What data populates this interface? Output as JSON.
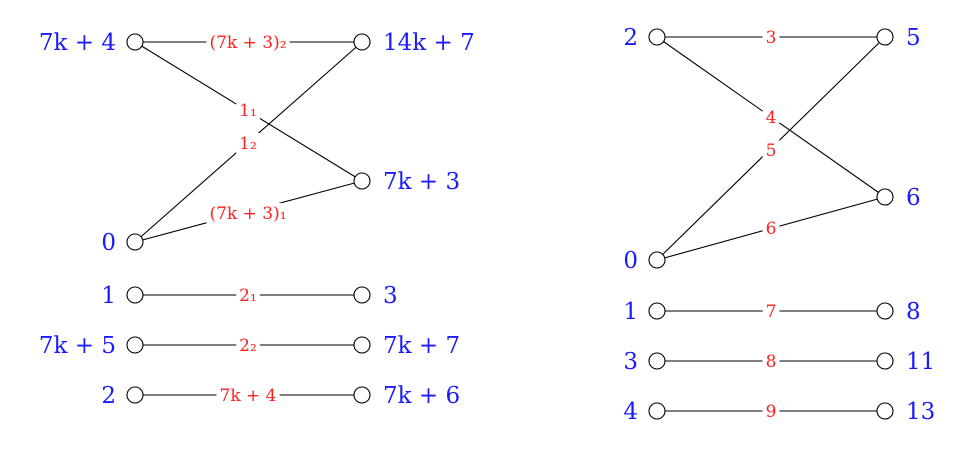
{
  "colors": {
    "node_label": "#1a1aff",
    "edge_label": "#ff2020",
    "line": "#000000"
  },
  "diagrams": [
    {
      "name": "left-graph",
      "nodes": [
        {
          "id": "a",
          "label": "7k + 4"
        },
        {
          "id": "b",
          "label": "14k + 7"
        },
        {
          "id": "c",
          "label": "7k + 3"
        },
        {
          "id": "d",
          "label": "0"
        },
        {
          "id": "e",
          "label": "1"
        },
        {
          "id": "f",
          "label": "3"
        },
        {
          "id": "g",
          "label": "7k + 5"
        },
        {
          "id": "h",
          "label": "7k + 7"
        },
        {
          "id": "i",
          "label": "2"
        },
        {
          "id": "j",
          "label": "7k + 6"
        }
      ],
      "edges": [
        {
          "from": "a",
          "to": "b",
          "label": "(7k + 3)₂"
        },
        {
          "from": "a",
          "to": "c",
          "label": "1₁"
        },
        {
          "from": "d",
          "to": "b",
          "label": "1₂"
        },
        {
          "from": "d",
          "to": "c",
          "label": "(7k + 3)₁"
        },
        {
          "from": "e",
          "to": "f",
          "label": "2₁"
        },
        {
          "from": "g",
          "to": "h",
          "label": "2₂"
        },
        {
          "from": "i",
          "to": "j",
          "label": "7k + 4"
        }
      ]
    },
    {
      "name": "right-graph",
      "nodes": [
        {
          "id": "a",
          "label": "2"
        },
        {
          "id": "b",
          "label": "5"
        },
        {
          "id": "c",
          "label": "6"
        },
        {
          "id": "d",
          "label": "0"
        },
        {
          "id": "e",
          "label": "1"
        },
        {
          "id": "f",
          "label": "8"
        },
        {
          "id": "g",
          "label": "3"
        },
        {
          "id": "h",
          "label": "11"
        },
        {
          "id": "i",
          "label": "4"
        },
        {
          "id": "j",
          "label": "13"
        }
      ],
      "edges": [
        {
          "from": "a",
          "to": "b",
          "label": "3"
        },
        {
          "from": "a",
          "to": "c",
          "label": "4"
        },
        {
          "from": "d",
          "to": "b",
          "label": "5"
        },
        {
          "from": "d",
          "to": "c",
          "label": "6"
        },
        {
          "from": "e",
          "to": "f",
          "label": "7"
        },
        {
          "from": "g",
          "to": "h",
          "label": "8"
        },
        {
          "from": "i",
          "to": "j",
          "label": "9"
        }
      ]
    }
  ]
}
